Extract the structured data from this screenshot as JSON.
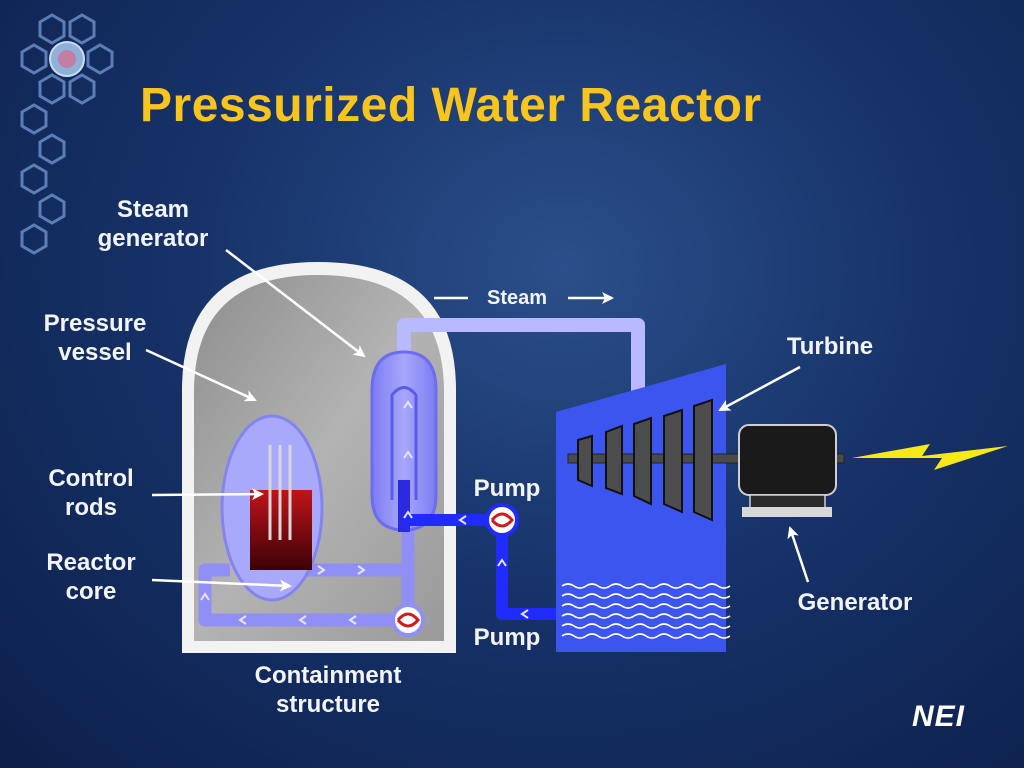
{
  "title": "Pressurized Water Reactor",
  "labels": {
    "steam_generator": "Steam\ngenerator",
    "steam": "Steam",
    "pressure_vessel": "Pressure\nvessel",
    "turbine": "Turbine",
    "control_rods": "Control\nrods",
    "pump_top": "Pump",
    "reactor_core": "Reactor\ncore",
    "generator": "Generator",
    "pump_bottom": "Pump",
    "containment_structure": "Containment\nstructure"
  },
  "logo": "NEI",
  "colors": {
    "title": "#f7c51e",
    "background": "#17336a",
    "containment_outer": "#f2f2f2",
    "containment_inner": "#a9a9a9",
    "water_loop": "#8f8ff5",
    "feed_water": "#1f2bff",
    "turbine_housing": "#3c55ef",
    "core": "#9a0e12",
    "generator": "#1a1a1a",
    "lightning": "#f7e81a",
    "logo": "#ffffff"
  }
}
